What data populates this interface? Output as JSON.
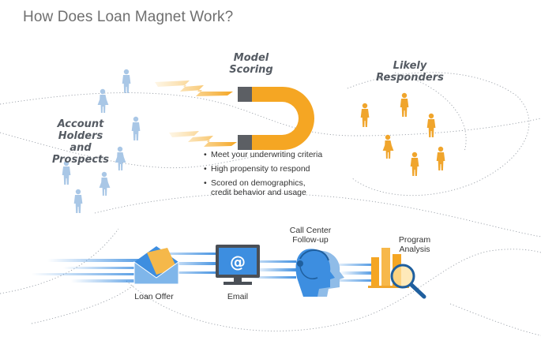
{
  "title": "How Does Loan Magnet Work?",
  "model_scoring": {
    "line1": "Model",
    "line2": "Scoring"
  },
  "account_holders": {
    "line1": "Account",
    "line2": "Holders and",
    "line3": "Prospects"
  },
  "likely_responders": {
    "line1": "Likely",
    "line2": "Responders"
  },
  "criteria": [
    {
      "text": "Meet your underwriting criteria"
    },
    {
      "text": "High propensity to respond"
    },
    {
      "text": "Scored on demographics,",
      "text2": "credit behavior and usage"
    }
  ],
  "channels": {
    "loan_offer": "Loan Offer",
    "email": "Email",
    "call_center": {
      "line1": "Call Center",
      "line2": "Follow-up"
    },
    "program_analysis": {
      "line1": "Program",
      "line2": "Analysis"
    }
  },
  "colors": {
    "prospect_blue": "#a9c7e6",
    "responder_orange": "#f0a52c",
    "magnet_orange": "#f5a623",
    "magnet_tip": "#5c5f64",
    "streak_blue": "#3d8ee0",
    "label_gray": "#555b63"
  },
  "icons": [
    "person-icon",
    "magnet-icon",
    "lightning-icon",
    "envelope-icon",
    "monitor-icon",
    "headset-heads-icon",
    "bar-chart-magnifier-icon"
  ]
}
